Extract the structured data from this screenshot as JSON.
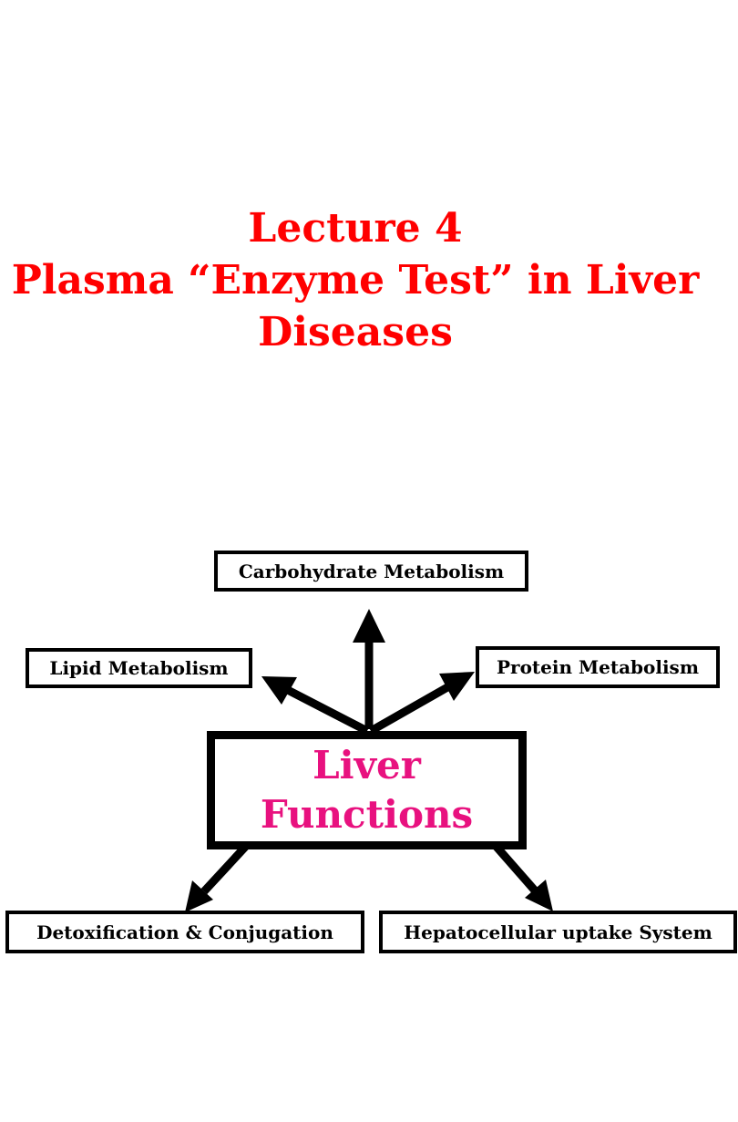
{
  "title": {
    "line1": "Lecture 4",
    "line2": "Plasma “Enzyme Test” in Liver",
    "line3": "Diseases"
  },
  "diagram": {
    "center": {
      "line1": "Liver",
      "line2": "Functions"
    },
    "nodes": {
      "carbohydrate": "Carbohydrate Metabolism",
      "lipid": "Lipid Metabolism",
      "protein": "Protein Metabolism",
      "detox": "Detoxification & Conjugation",
      "hepatocellular": "Hepatocellular uptake System"
    }
  },
  "colors": {
    "title": "#ff0000",
    "center_text": "#e8117f",
    "lines": "#000000"
  }
}
